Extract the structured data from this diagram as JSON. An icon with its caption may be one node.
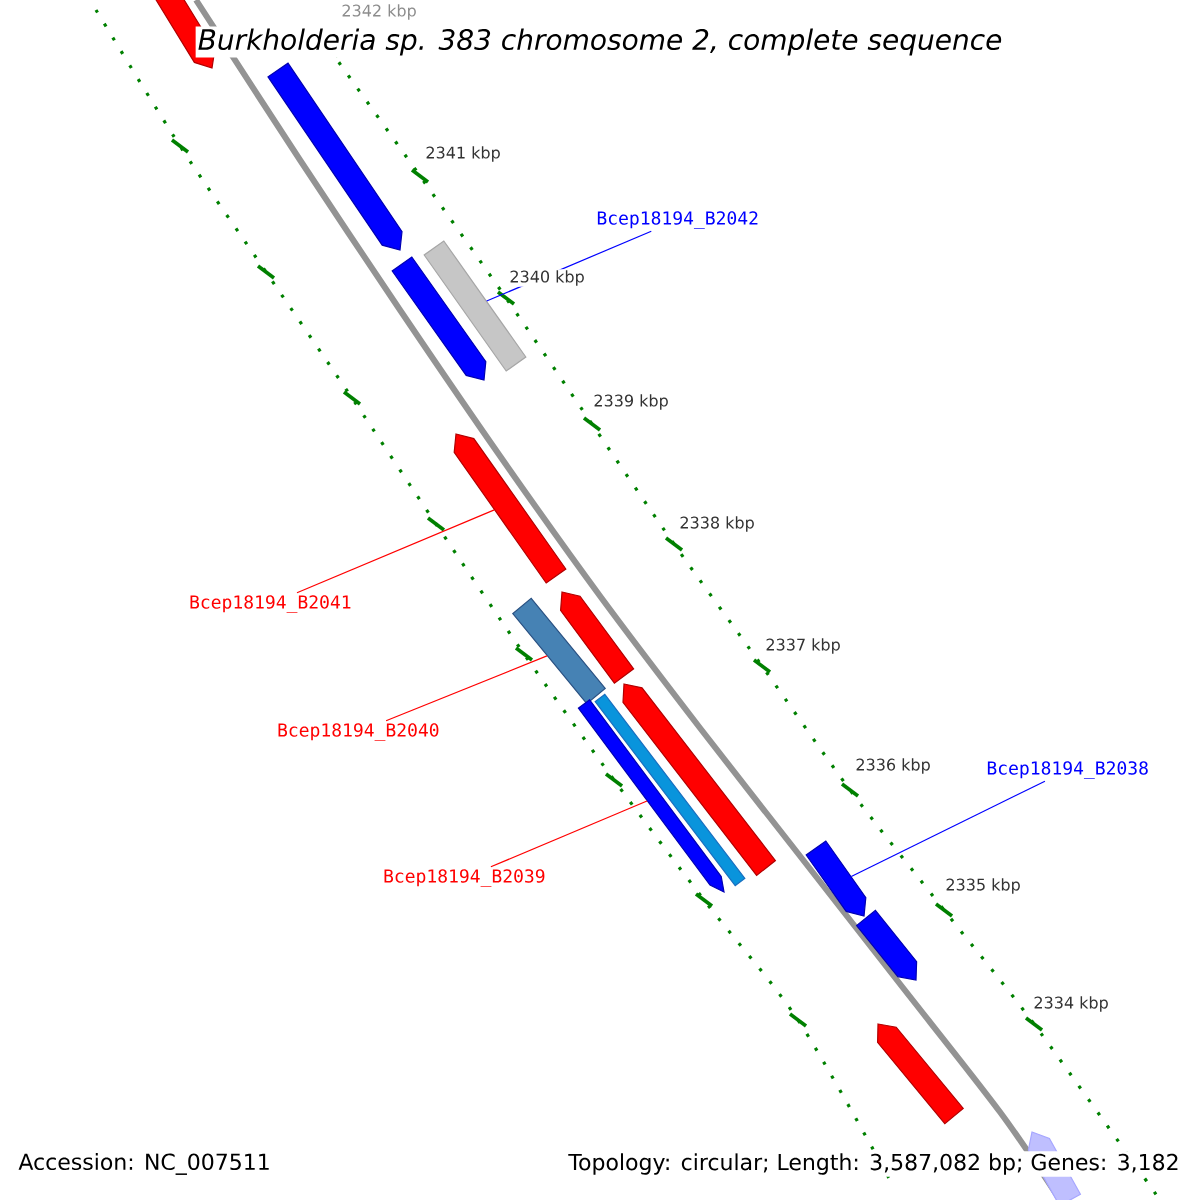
{
  "diagram": {
    "title": "*Burkholderia* sp. 383 chromosome 2, complete sequence",
    "nodes": [
      {
        "text": [
          "Bcep18194_B2042"
        ]
      },
      {
        "text": [],
        "shape": "bar"
      },
      {
        "text": [],
        "shape": "bar"
      },
      {
        "text": [],
        "shape": "bar"
      },
      {
        "text": [],
        "shape": "bar"
      },
      {
        "text": [
          "Bcep18194_B2041"
        ]
      },
      {
        "text": [],
        "shape": "bar"
      },
      {
        "text": [],
        "shape": "bar"
      },
      {
        "text": [
          "Bcep18194_B2040"
        ]
      },
      {
        "text": [],
        "shape": "bar"
      },
      {
        "text": [],
        "shape": "bar"
      },
      {
        "text": [],
        "shape": "bar"
      },
      {
        "text": [
          "Bcep18194_B2039"
        ]
      },
      {
        "text": [],
        "shape": "bar"
      },
      {
        "text": [
          "Bcep18194_B2038"
        ]
      },
      {
        "text": [],
        "shape": "bar"
      },
      {
        "text": [],
        "shape": "bar"
      },
      {
        "text": [],
        "shape": "bar"
      },
      {
        "text": [],
        "shape": "bar"
      }
    ],
    "edges": [
      {
        "from": 0,
        "to": 4,
        "arrow": "none",
        "color": "#0000ff"
      },
      {
        "from": 5,
        "to": 6,
        "arrow": "none"
      },
      {
        "from": 8,
        "to": 9,
        "arrow": "none"
      },
      {
        "from": 12,
        "to": 13,
        "arrow": "none"
      },
      {
        "from": 14,
        "to": 15,
        "arrow": "none",
        "color": "#0000ff"
      }
    ],
    "labels": [
      "2342 kbp",
      "2341 kbp",
      "2340 kbp",
      "2339 kbp",
      "2338 kbp",
      "2337 kbp",
      "2336 kbp",
      "2335 kbp",
      "2334 kbp",
      "Accession: NC_007511",
      "Topology: circular; Length: 3,587,082 bp; Genes: 3,182"
    ]
  }
}
